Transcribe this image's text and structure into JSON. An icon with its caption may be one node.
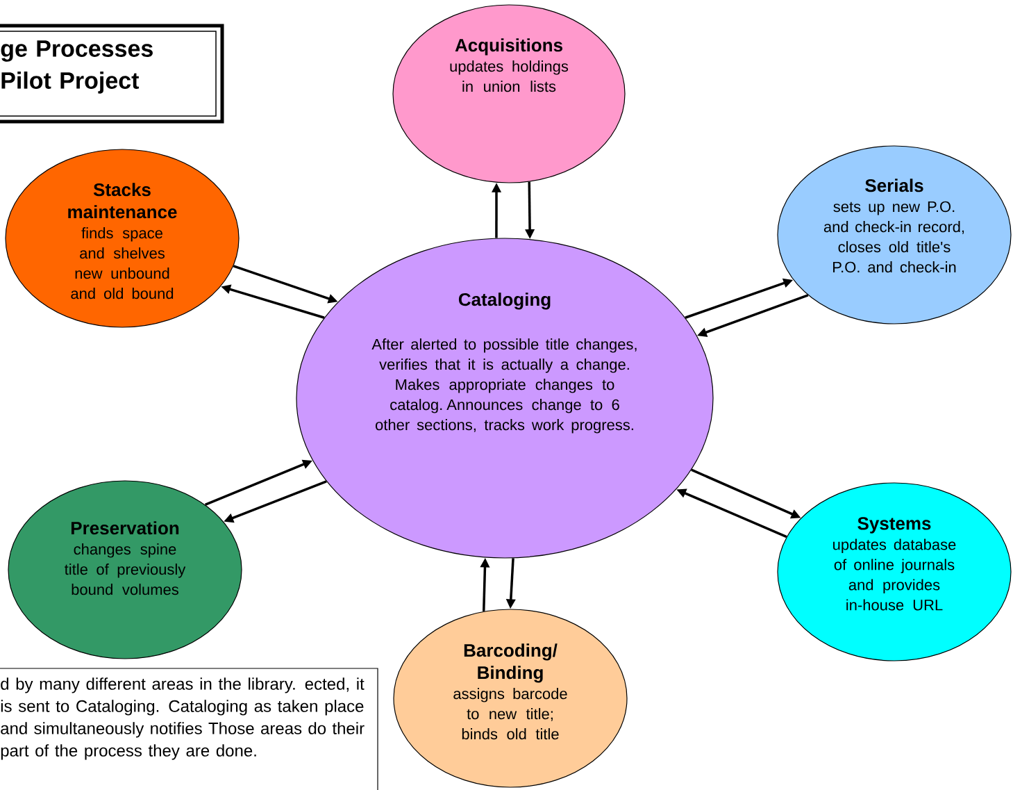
{
  "diagram": {
    "title": "ge Processes Pilot Project",
    "nodes": [
      {
        "text": [
          "Cataloging",
          "After alerted to possible title changes, verifies that it is actually a change. Makes appropriate changes to catalog. Announces change to 6 other sections, tracks work progress."
        ]
      },
      {
        "text": [
          "Acquisitions",
          "updates holdings in union lists"
        ]
      },
      {
        "text": [
          "Serials",
          "sets up new P.O. and check-in record, closes old title's P.O. and check-in"
        ]
      },
      {
        "text": [
          "Stacks maintenance",
          "finds space and shelves new unbound and old bound"
        ]
      },
      {
        "text": [
          "Preservation",
          "changes spine title of previously bound volumes"
        ]
      },
      {
        "text": [
          "Systems",
          "updates database of online journals and provides in-house URL"
        ]
      },
      {
        "text": [
          "Barcoding/ Binding",
          "assigns barcode to new title; binds old title"
        ]
      }
    ],
    "edges": [
      {
        "from": 0,
        "to": 1,
        "arrow": "to"
      },
      {
        "from": 1,
        "to": 0,
        "arrow": "to"
      },
      {
        "from": 0,
        "to": 2,
        "arrow": "to"
      },
      {
        "from": 2,
        "to": 0,
        "arrow": "to"
      },
      {
        "from": 3,
        "to": 0,
        "arrow": "to"
      },
      {
        "from": 0,
        "to": 3,
        "arrow": "to"
      },
      {
        "from": 4,
        "to": 0,
        "arrow": "to"
      },
      {
        "from": 0,
        "to": 4,
        "arrow": "to"
      },
      {
        "from": 0,
        "to": 5,
        "arrow": "to"
      },
      {
        "from": 5,
        "to": 0,
        "arrow": "to"
      },
      {
        "from": 6,
        "to": 0,
        "arrow": "to"
      },
      {
        "from": 0,
        "to": 6,
        "arrow": "to"
      }
    ],
    "labels": [
      "d by many different areas in the library. ected, it is sent to Cataloging. Cataloging as taken place and simultaneously notifies Those areas do their part of the process they are done."
    ]
  }
}
